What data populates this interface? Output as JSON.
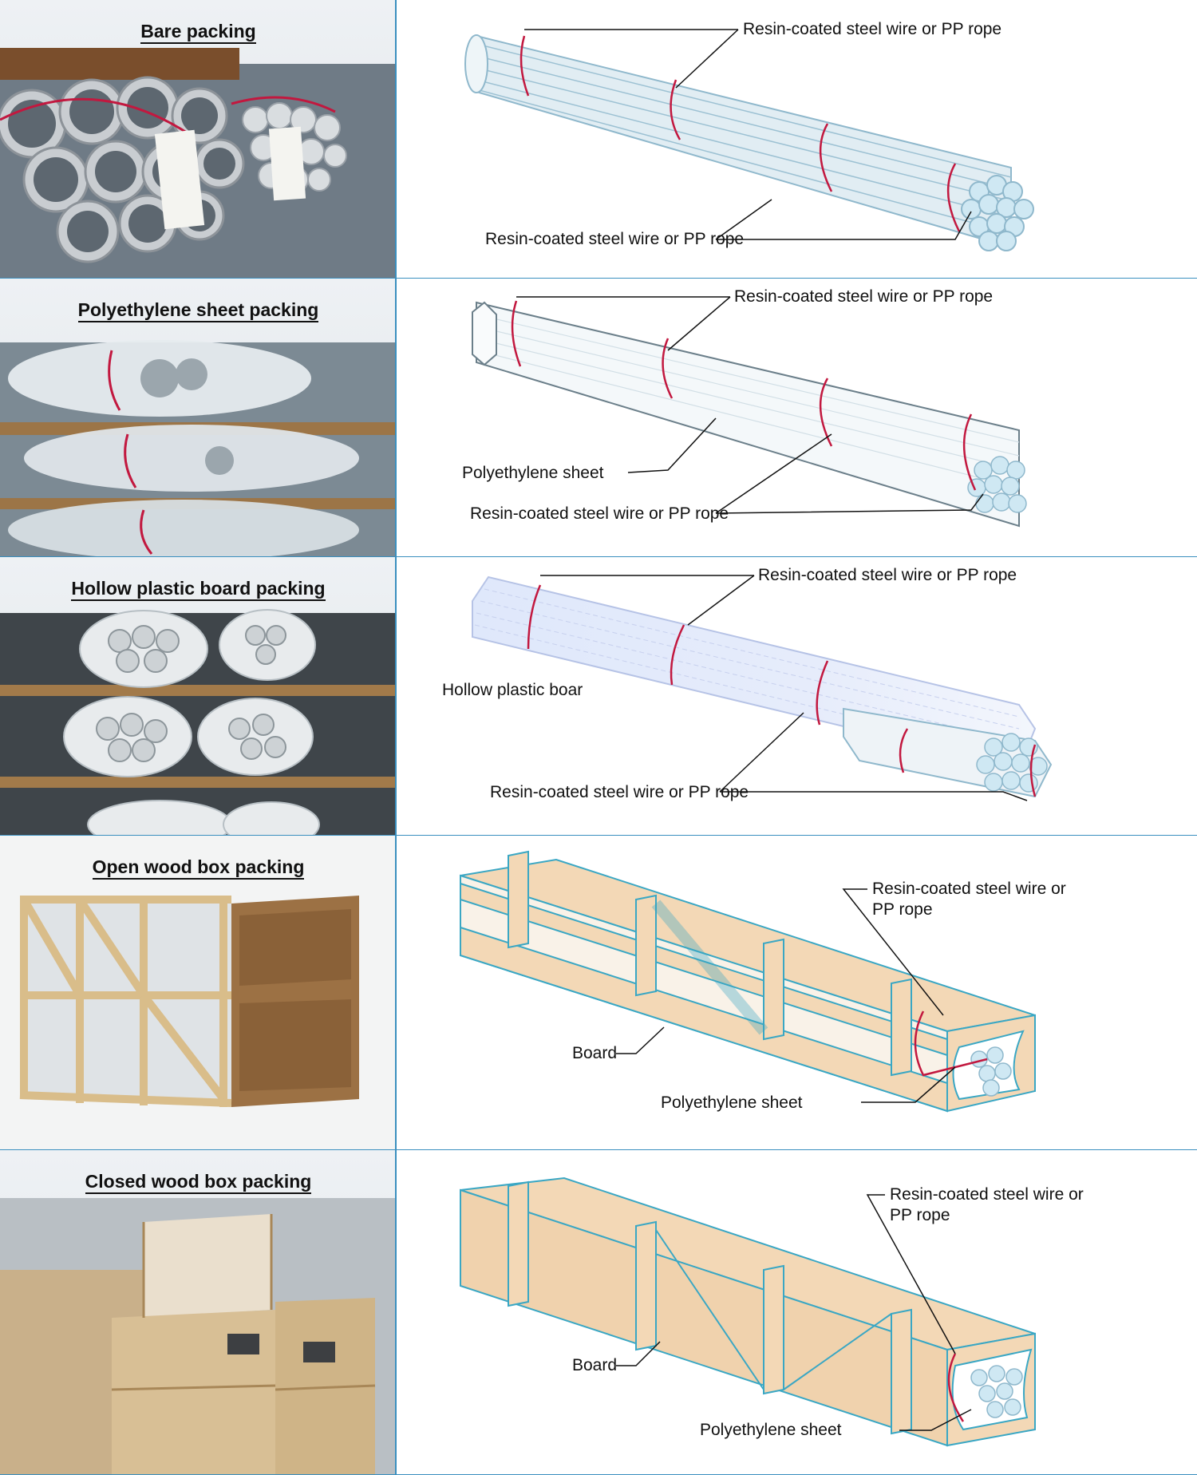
{
  "rows": [
    {
      "photo_title": "Bare packing",
      "labels": {
        "top": "Resin-coated steel wire or PP rope",
        "bottom": "Resin-coated steel wire or PP rope"
      }
    },
    {
      "photo_title": "Polyethylene sheet packing",
      "labels": {
        "top": "Resin-coated steel wire or PP rope",
        "sheet": "Polyethylene sheet",
        "bottom": "Resin-coated steel wire or PP rope"
      }
    },
    {
      "photo_title": "Hollow plastic board packing",
      "labels": {
        "top": "Resin-coated steel wire or PP rope",
        "board": "Hollow plastic boar",
        "bottom": "Resin-coated steel wire or PP rope"
      }
    },
    {
      "photo_title": "Open wood box packing",
      "labels": {
        "wire": "Resin-coated steel wire or PP rope",
        "board": "Board",
        "sheet": "Polyethylene sheet"
      }
    },
    {
      "photo_title": "Closed wood box packing",
      "labels": {
        "wire": "Resin-coated steel wire or PP rope",
        "board": "Board",
        "sheet": "Polyethylene sheet"
      }
    }
  ],
  "colors": {
    "cell_border": "#3a8fbf",
    "wood": "#f3d8b6",
    "wood_edge": "#3aa7c4",
    "rope": "#c2183f",
    "pipe_fill": "#cfe8f3",
    "pipe_edge": "#8fb8cc",
    "leader_line": "#111111"
  },
  "icons": [
    "pipe-bundle-icon",
    "rope-tie-icon",
    "wood-crate-icon"
  ]
}
